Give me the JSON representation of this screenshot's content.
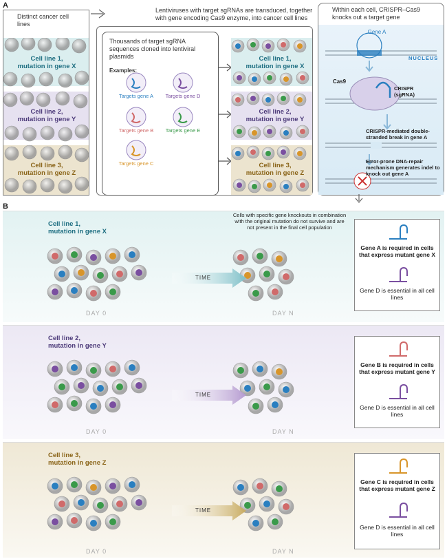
{
  "panelA": {
    "label": "A",
    "distinct": "Distinct cancer cell lines",
    "lenti": "Lentiviruses with target sgRNAs are transduced, together with gene encoding Cas9 enzyme, into cancer cell lines",
    "within": "Within each cell, CRISPR–Cas9 knocks out a target gene",
    "thousands": "Thousands of target sgRNA sequences cloned into lentiviral plasmids",
    "examples": "Examples:",
    "targets": [
      "Targets gene A",
      "Targets gene D",
      "Targets gene B",
      "Targets gene E",
      "Targets gene C"
    ],
    "lines": [
      {
        "l1": "Cell line 1,",
        "l2": "mutation in gene X"
      },
      {
        "l1": "Cell line 2,",
        "l2": "mutation in gene Y"
      },
      {
        "l1": "Cell line 3,",
        "l2": "mutation in gene Z"
      }
    ],
    "geneA": "Gene A",
    "nucleus": "NUCLEUS",
    "cas9": "Cas9",
    "crispr": "CRISPR (sgRNA)",
    "break": "CRISPR-mediated double-stranded break in gene A",
    "repair": "Error-prone DNA-repair mechanism generates indel to knock out gene A"
  },
  "panelB": {
    "label": "B",
    "survive": "Cells with specific gene knockouts in combination with the original mutation do not survive and are not present in the final cell population",
    "time": "TIME",
    "day0": "DAY 0",
    "dayN": "DAY N",
    "rows": [
      {
        "l1": "Cell line 1,",
        "l2": "mutation in gene X",
        "req": "Gene A is required in cells that express mutant gene X",
        "ess": "Gene D is essential in all cell lines"
      },
      {
        "l1": "Cell line 2,",
        "l2": "mutation in gene Y",
        "req": "Gene B is required in cells that express mutant gene Y",
        "ess": "Gene D is essential in all cell lines"
      },
      {
        "l1": "Cell line 3,",
        "l2": "mutation in gene Z",
        "req": "Gene C is required in cells that express mutant gene Z",
        "ess": "Gene D is essential in all cell lines"
      }
    ]
  },
  "colors": {
    "teal": "#1f6f82",
    "purple": "#4d3b7a",
    "gold": "#8a6418",
    "geneA": "#2a7fc0",
    "geneD": "#7a4fa0",
    "geneB": "#d06a6a",
    "geneE": "#3a9a4a",
    "geneC": "#d8952a"
  }
}
